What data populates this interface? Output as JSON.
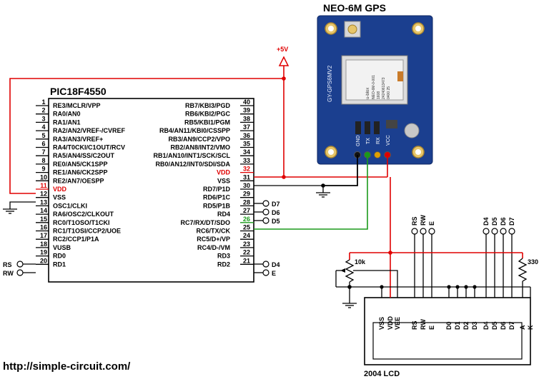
{
  "mcu": {
    "name": "PIC18F4550",
    "left_pins": [
      {
        "num": "1",
        "name": "RE3/MCLR/VPP"
      },
      {
        "num": "2",
        "name": "RA0/AN0"
      },
      {
        "num": "3",
        "name": "RA1/AN1"
      },
      {
        "num": "4",
        "name": "RA2/AN2/VREF-/CVREF"
      },
      {
        "num": "5",
        "name": "RA3/AN3/VREF+"
      },
      {
        "num": "6",
        "name": "RA4/T0CKI/C1OUT/RCV"
      },
      {
        "num": "7",
        "name": "RA5/AN4/SS/C2OUT"
      },
      {
        "num": "8",
        "name": "RE0/AN5/CK1SPP"
      },
      {
        "num": "9",
        "name": "RE1/AN6/CK2SPP"
      },
      {
        "num": "10",
        "name": "RE2/AN7/OESPP"
      },
      {
        "num": "11",
        "name": "VDD"
      },
      {
        "num": "12",
        "name": "VSS"
      },
      {
        "num": "13",
        "name": "OSC1/CLKI"
      },
      {
        "num": "14",
        "name": "RA6/OSC2/CLKOUT"
      },
      {
        "num": "15",
        "name": "RC0/T1OSO/T1CKI"
      },
      {
        "num": "16",
        "name": "RC1/T1OSI/CCP2/UOE"
      },
      {
        "num": "17",
        "name": "RC2/CCP1/P1A"
      },
      {
        "num": "18",
        "name": "VUSB"
      },
      {
        "num": "19",
        "name": "RD0"
      },
      {
        "num": "20",
        "name": "RD1"
      }
    ],
    "right_pins": [
      {
        "num": "40",
        "name": "RB7/KBI3/PGD"
      },
      {
        "num": "39",
        "name": "RB6/KBI2/PGC"
      },
      {
        "num": "38",
        "name": "RB5/KBI1/PGM"
      },
      {
        "num": "37",
        "name": "RB4/AN11/KBI0/CSSPP"
      },
      {
        "num": "36",
        "name": "RB3/AN9/CCP2/VPO"
      },
      {
        "num": "35",
        "name": "RB2/AN8/INT2/VMO"
      },
      {
        "num": "34",
        "name": "RB1/AN10/INT1/SCK/SCL"
      },
      {
        "num": "33",
        "name": "RB0/AN12/INT0/SDI/SDA"
      },
      {
        "num": "32",
        "name": "VDD"
      },
      {
        "num": "31",
        "name": "VSS"
      },
      {
        "num": "30",
        "name": "RD7/P1D"
      },
      {
        "num": "29",
        "name": "RD6/P1C"
      },
      {
        "num": "28",
        "name": "RD5/P1B"
      },
      {
        "num": "27",
        "name": "RD4"
      },
      {
        "num": "26",
        "name": "RC7/RX/DT/SDO"
      },
      {
        "num": "25",
        "name": "RC6/TX/CK"
      },
      {
        "num": "24",
        "name": "RC5/D+/VP"
      },
      {
        "num": "23",
        "name": "RC4/D-/VM"
      },
      {
        "num": "22",
        "name": "RD3"
      },
      {
        "num": "21",
        "name": "RD2"
      }
    ],
    "right_pin_connections": {
      "D7": "D7",
      "D6": "D6",
      "D5": "D5",
      "D4": "D4",
      "E": "E"
    },
    "left_pin_connections": {
      "RS": "RS",
      "RW": "RW"
    }
  },
  "power": {
    "label": "+5V"
  },
  "gps": {
    "title": "NEO-6M GPS",
    "board_label": "GY-GPS6MV2",
    "chip_text": [
      "NEO-6M-0-001",
      "1608",
      "24240613473",
      "0400 25"
    ],
    "chip_brand": "u-blox",
    "pins": [
      "GND",
      "TX",
      "RX",
      "VCC"
    ],
    "colors": {
      "board": "#1b3f8f",
      "gnd_wire": "#000000",
      "tx_wire": "#1a9a1a",
      "rx_wire": "#e0a000",
      "vcc_wire": "#e00000"
    }
  },
  "lcd": {
    "title": "2004 LCD",
    "pins": [
      "VSS",
      "VDD",
      "VEE",
      "RS",
      "RW",
      "E",
      "D0",
      "D1",
      "D2",
      "D3",
      "D4",
      "D5",
      "D6",
      "D7",
      "A",
      "K"
    ],
    "top_labels": [
      "RS",
      "RW",
      "E",
      "D4",
      "D5",
      "D6",
      "D7"
    ]
  },
  "pot": {
    "label": "10k"
  },
  "resistor": {
    "label": "330"
  },
  "footer": {
    "url": "http://simple-circuit.com/"
  }
}
